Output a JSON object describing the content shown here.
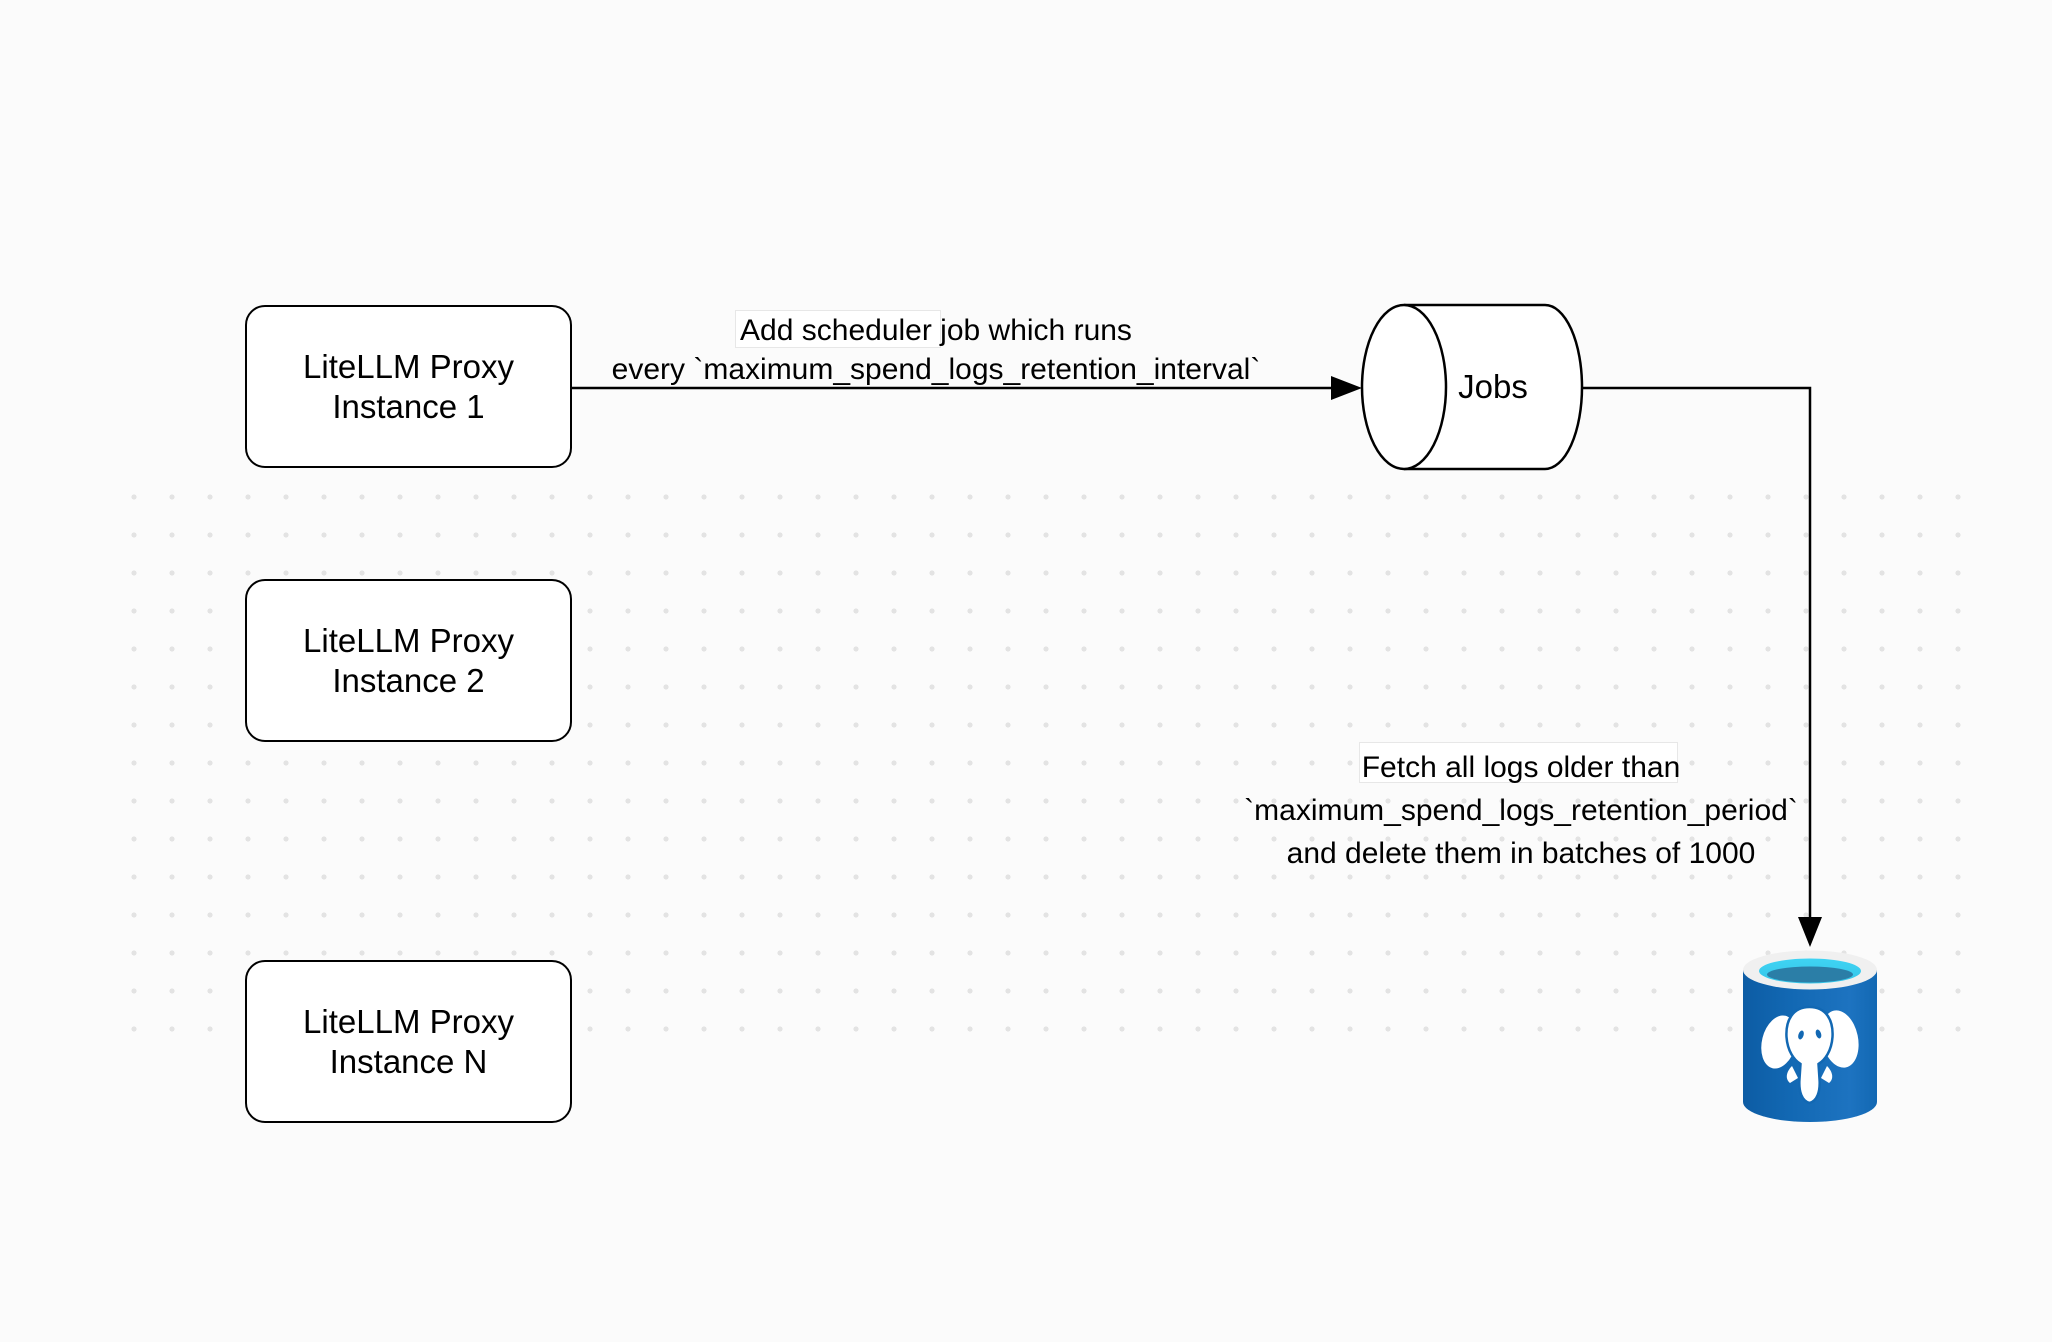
{
  "diagram": {
    "title_hint": "LiteLLM spend logs cleanup scheduler diagram",
    "nodes": {
      "proxy1": {
        "line1": "LiteLLM Proxy",
        "line2": "Instance 1"
      },
      "proxy2": {
        "line1": "LiteLLM Proxy",
        "line2": "Instance 2"
      },
      "proxyN": {
        "line1": "LiteLLM Proxy",
        "line2": "Instance N"
      },
      "jobs": {
        "label": "Jobs"
      },
      "postgres": {
        "icon": "postgresql-database-icon"
      }
    },
    "edges": {
      "scheduler": {
        "line1": "Add scheduler job which runs",
        "line2": "every `maximum_spend_logs_retention_interval`"
      },
      "fetch": {
        "line1": "Fetch all logs older than",
        "line2": "`maximum_spend_logs_retention_period`",
        "line3": "and delete them in batches of 1000"
      }
    },
    "colors": {
      "background": "#fbfbfb",
      "stroke": "#000000",
      "node_fill": "#ffffff",
      "dot_grid": "#e3e3e3",
      "db_body_dark": "#0d5ca4",
      "db_body": "#1268b3",
      "db_body_light": "#1d73c0",
      "db_rim": "#f0f0f0",
      "db_top_cyan": "#3fd3f3",
      "db_top_teal": "#2b7ea7",
      "elephant": "#ffffff"
    }
  }
}
